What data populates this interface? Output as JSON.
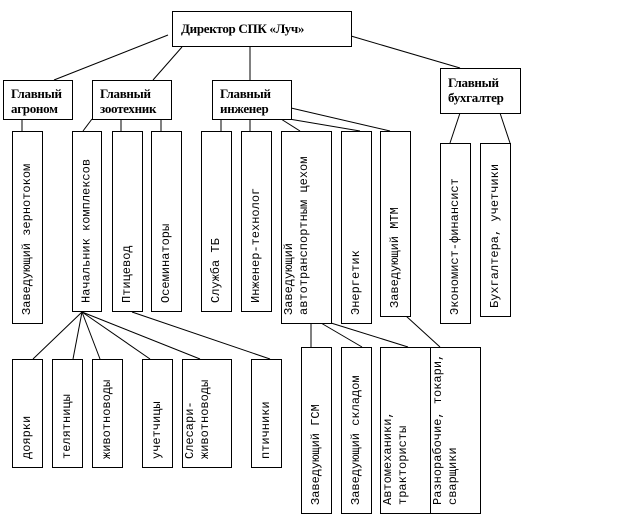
{
  "director": "Директор СПК «Луч»",
  "heads": {
    "agronom": "Главный агроном",
    "zootech": "Главный зоотехник",
    "engineer": "Главный инженер",
    "accountant": "Главный бухгалтер"
  },
  "level3": {
    "zernotok": "Заведующий зернотоком",
    "nachalnik": "Начальник комплексов",
    "ptitsevod": "Птицевод",
    "osemenatory": "Осеминаторы",
    "sluzhba_tb": "Служба ТБ",
    "inzh_tekhnolog": "Инженер-технолог",
    "zav_avto": "Заведующий\nавтотранспортным цехом",
    "energetik": "Энергетик",
    "zav_mtm": "Заведующий МТМ",
    "ekonomist": "Экономист-финансист",
    "bukhgaltera": "Бухгалтера, учетчики"
  },
  "level4": {
    "doyarki": "доярки",
    "telyatnitsy": "телятницы",
    "zhivotnovody": "животноводы",
    "uchetchitsy": "учетчицы",
    "slesari": "Слесари-\nживотноводы",
    "ptichniki": "птичники",
    "zav_gsm": "Заведующий ГСМ",
    "zav_sklad": "Заведующий складом",
    "avtomekhaniki": "Автомеханики,\nтрактористы",
    "raznorabochie": "Разнорабочие, токари,\nсварщики"
  }
}
